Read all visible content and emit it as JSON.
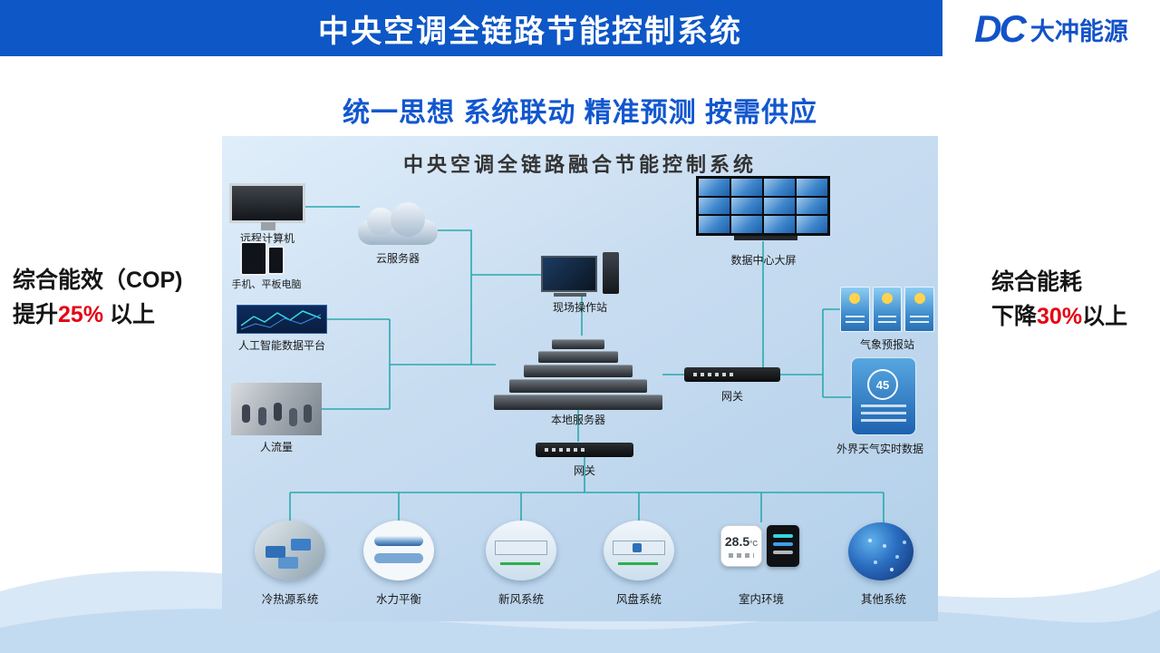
{
  "header": {
    "title": "中央空调全链路节能控制系统",
    "logo_dc": "DC",
    "logo_name": "大冲能源"
  },
  "subtitle": "统一思想 系统联动 精准预测 按需供应",
  "left_stat": {
    "line1": "综合能效（COP)",
    "line2_prefix": "提升",
    "line2_value": "25%",
    "line2_suffix": " 以上"
  },
  "right_stat": {
    "line1": "综合能耗",
    "line2_prefix": "下降",
    "line2_value": "30%",
    "line2_suffix": "以上"
  },
  "diagram": {
    "title": "中央空调全链路融合节能控制系统",
    "nodes": {
      "remote_computer": "远程计算机",
      "mobile_tablet": "手机、平板电脑",
      "cloud_server": "云服务器",
      "field_station": "现场操作站",
      "datacenter_screen": "数据中心大屏",
      "ai_platform": "人工智能数据平台",
      "people_flow": "人流量",
      "local_server": "本地服务器",
      "gateway_right": "网关",
      "weather_station": "气象预报站",
      "weather_realtime": "外界天气实时数据",
      "gateway_bottom": "网关"
    },
    "readings": {
      "indoor_temp": "28.5",
      "indoor_unit": "°C",
      "outdoor_gauge": "45"
    },
    "subsystems": [
      "冷热源系统",
      "水力平衡",
      "新风系统",
      "风盘系统",
      "室内环境",
      "其他系统"
    ],
    "colors": {
      "header_blue": "#0d57c6",
      "accent_blue": "#1257cf",
      "red": "#e60012",
      "line_teal": "#2aa9ad"
    }
  }
}
